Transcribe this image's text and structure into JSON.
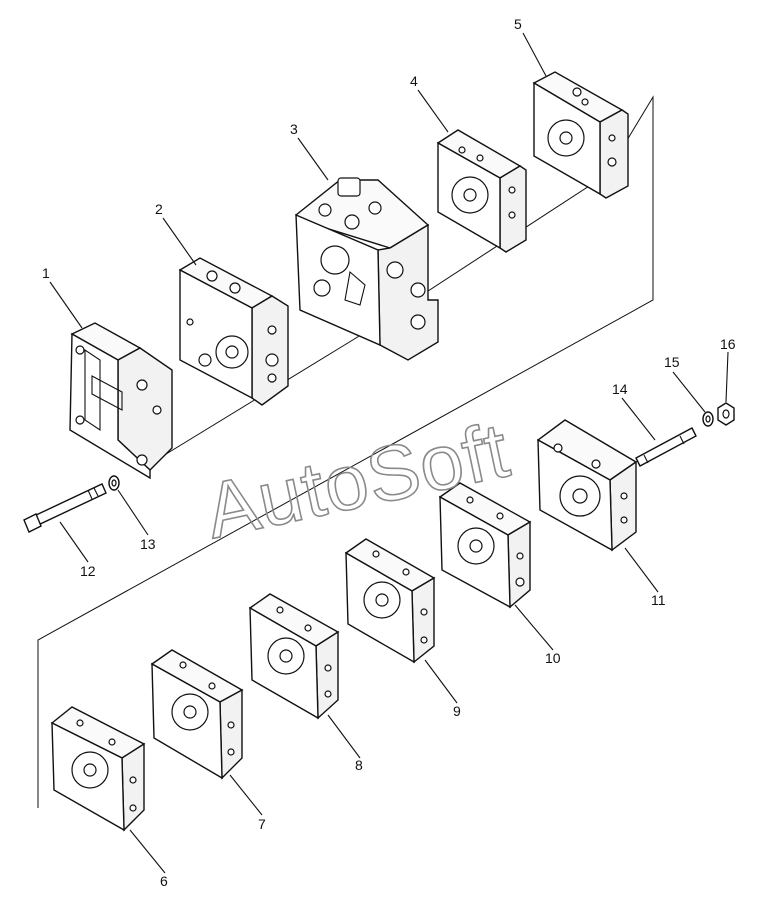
{
  "diagram": {
    "watermark": "AutoSoft",
    "callouts": [
      "1",
      "2",
      "3",
      "4",
      "5",
      "6",
      "7",
      "8",
      "9",
      "10",
      "11",
      "12",
      "13",
      "14",
      "15",
      "16"
    ]
  },
  "colors": {
    "ink": "#111111",
    "paper": "#ffffff",
    "watermark": "#8a8a8a"
  }
}
